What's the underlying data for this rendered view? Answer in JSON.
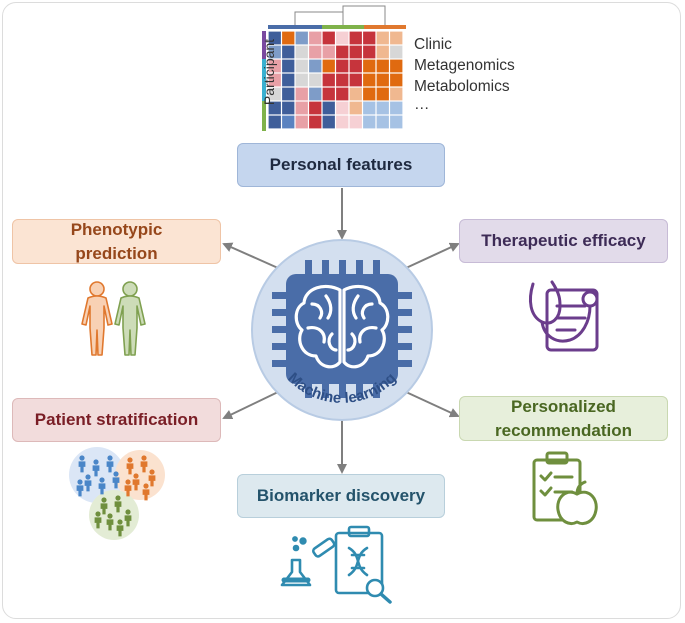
{
  "figure": {
    "omics_labels": [
      "Clinic",
      "Metagenomics",
      "Metabolomics",
      "…"
    ],
    "participant_label": "Participant",
    "center_label": "Machine learning",
    "boxes": {
      "personal_features": "Personal features",
      "phenotypic_prediction_line1": "Phenotypic",
      "phenotypic_prediction_line2": "prediction",
      "therapeutic_efficacy": "Therapeutic efficacy",
      "patient_stratification": "Patient stratification",
      "personalized_recommendation_line1": "Personalized",
      "personalized_recommendation_line2": "recommendation",
      "biomarker_discovery": "Biomarker discovery"
    },
    "colors": {
      "arrow": "#7f7f7f",
      "chip": "#4a6da8",
      "circle_fill": "#d3dfef",
      "orange": "#e0782e",
      "green": "#7fa050",
      "purple": "#6b3d8c",
      "blue": "#4a86c8",
      "teal": "#2f8bb0"
    }
  }
}
